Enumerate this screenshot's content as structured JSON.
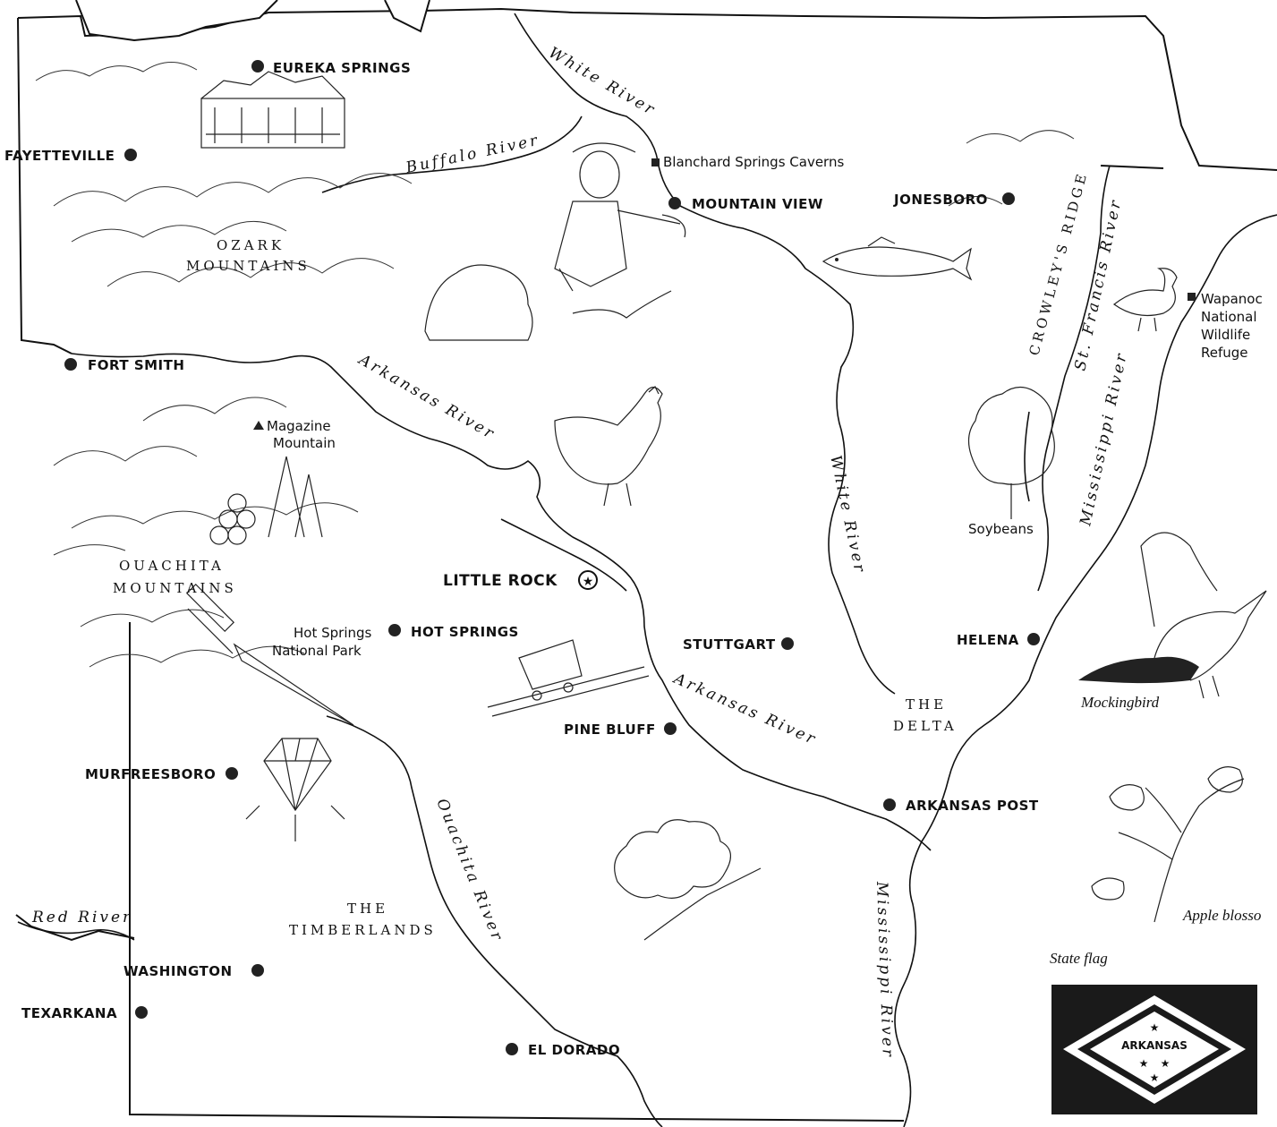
{
  "map": {
    "cities": [
      {
        "id": "eureka-springs",
        "name": "EUREKA SPRINGS"
      },
      {
        "id": "fayetteville",
        "name": "FAYETTEVILLE"
      },
      {
        "id": "mountain-view",
        "name": "MOUNTAIN VIEW"
      },
      {
        "id": "jonesboro",
        "name": "JONESBORO"
      },
      {
        "id": "fort-smith",
        "name": "FORT SMITH"
      },
      {
        "id": "little-rock",
        "name": "LITTLE ROCK"
      },
      {
        "id": "hot-springs",
        "name": "HOT SPRINGS"
      },
      {
        "id": "stuttgart",
        "name": "STUTTGART"
      },
      {
        "id": "helena",
        "name": "HELENA"
      },
      {
        "id": "pine-bluff",
        "name": "PINE BLUFF"
      },
      {
        "id": "murfreesboro",
        "name": "MURFREESBORO"
      },
      {
        "id": "arkansas-post",
        "name": "ARKANSAS POST"
      },
      {
        "id": "washington",
        "name": "WASHINGTON"
      },
      {
        "id": "texarkana",
        "name": "TEXARKANA"
      },
      {
        "id": "el-dorado",
        "name": "EL DORADO"
      }
    ],
    "landmarks": {
      "blanchard": "Blanchard Springs Caverns",
      "magazine_1": "Magazine",
      "magazine_2": "Mountain",
      "hot_springs_park_1": "Hot Springs",
      "hot_springs_park_2": "National Park",
      "wapanocca_1": "Wapanoc",
      "wapanocca_2": "National",
      "wapanocca_3": "Wildlife",
      "wapanocca_4": "Refuge"
    },
    "regions": {
      "ozark_1": "OZARK",
      "ozark_2": "MOUNTAINS",
      "ouachita_1": "OUACHITA",
      "ouachita_2": "MOUNTAINS",
      "timberlands_1": "THE",
      "timberlands_2": "TIMBERLANDS",
      "delta_1": "THE",
      "delta_2": "DELTA",
      "crowleys_ridge": "CROWLEY'S RIDGE"
    },
    "rivers": {
      "white_north": "White River",
      "buffalo": "Buffalo River",
      "arkansas_upper": "Arkansas River",
      "arkansas_lower": "Arkansas River",
      "white_south": "White River",
      "st_francis": "St. Francis River",
      "mississippi_east": "Mississippi River",
      "mississippi_south": "Mississippi River",
      "ouachita": "Ouachita River",
      "red": "Red River"
    },
    "captions": {
      "soybeans": "Soybeans",
      "mockingbird": "Mockingbird",
      "apple_blossom": "Apple blosso",
      "state_flag": "State flag",
      "flag_word": "ARKANSAS"
    },
    "colors": {
      "ink": "#111111",
      "paper": "#ffffff",
      "flag_field": "#1a1a1a"
    },
    "icons": [
      "fiddler-icon",
      "chicken-icon",
      "fish-icon",
      "duck-icon",
      "mockingbird-icon",
      "tree-icon",
      "apple-blossom-icon",
      "diamond-icon",
      "knife-icon",
      "cotton-icon",
      "rail-cart-icon",
      "log-pile-icon",
      "victorian-house-icon",
      "capital-star-icon"
    ]
  }
}
